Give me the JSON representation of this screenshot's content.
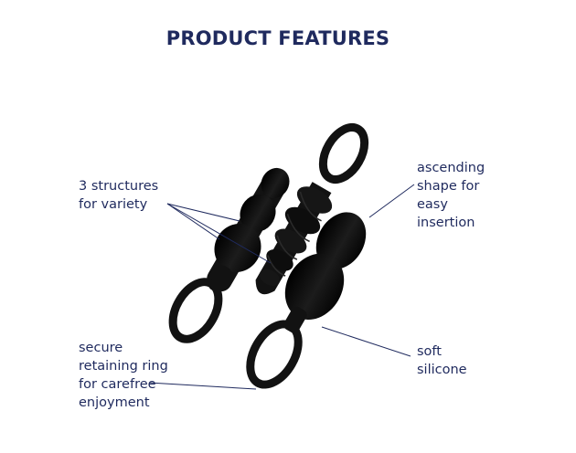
{
  "title": "PRODUCT FEATURES",
  "features": {
    "variety": "3 structures\nfor variety",
    "ascending": "ascending\nshape for\neasy\ninsertion",
    "ring": "secure\nretaining ring\nfor carefree\nenjoyment",
    "silicone": "soft\nsilicone"
  },
  "colors": {
    "heading": "#1f2a5e",
    "product": "#121212"
  }
}
